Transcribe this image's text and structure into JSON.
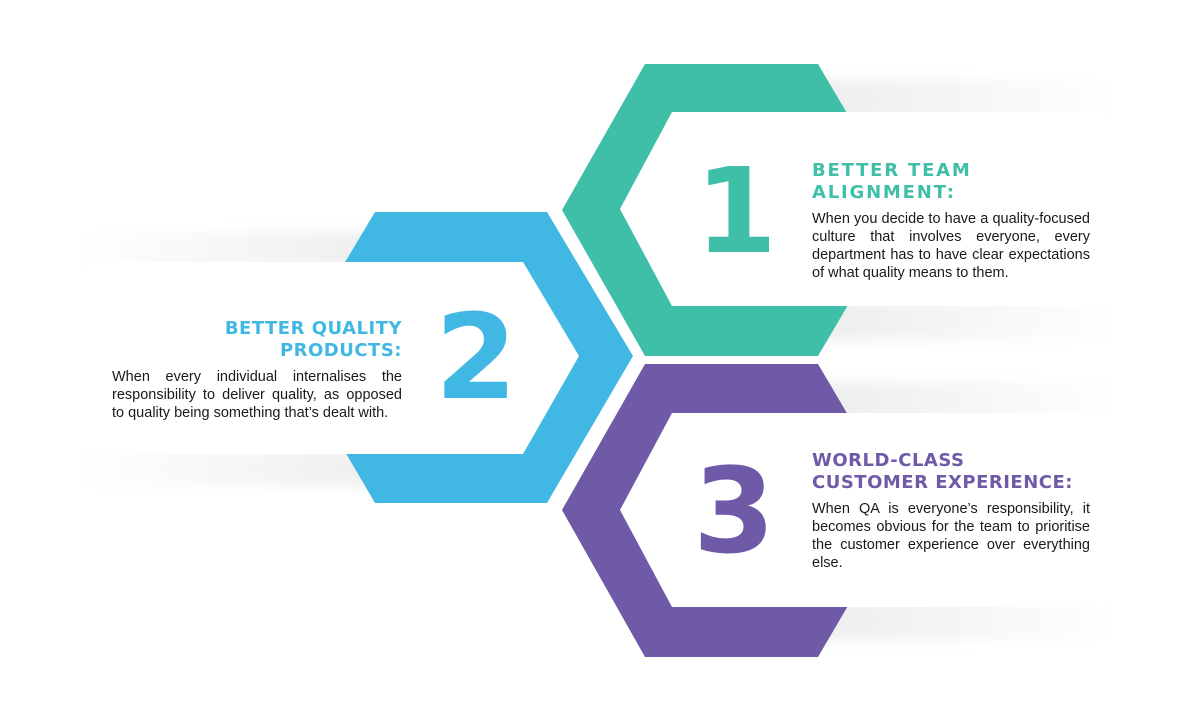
{
  "colors": {
    "teal": "#3fbfa8",
    "blue": "#41b8e3",
    "purple": "#6e5aa6",
    "text": "#1a1a1a",
    "background": "#ffffff"
  },
  "items": [
    {
      "number": "1",
      "title": "BETTER TEAM ALIGNMENT:",
      "description": "When you decide to have a quality-focused culture that involves everyone, every department has to have clear expectations of what quality means to them.",
      "color": "#3fbfa8"
    },
    {
      "number": "2",
      "title": "BETTER QUALITY PRODUCTS:",
      "description": "When every individual internalises the responsibility to deliver quality, as opposed to quality being something that’s dealt with.",
      "color": "#41b8e3"
    },
    {
      "number": "3",
      "title_line1": "WORLD-CLASS",
      "title_line2": "CUSTOMER EXPERIENCE:",
      "description": "When QA is everyone’s responsibility, it becomes obvious for the team to prioritise the customer experience over everything else.",
      "color": "#6e5aa6"
    }
  ]
}
